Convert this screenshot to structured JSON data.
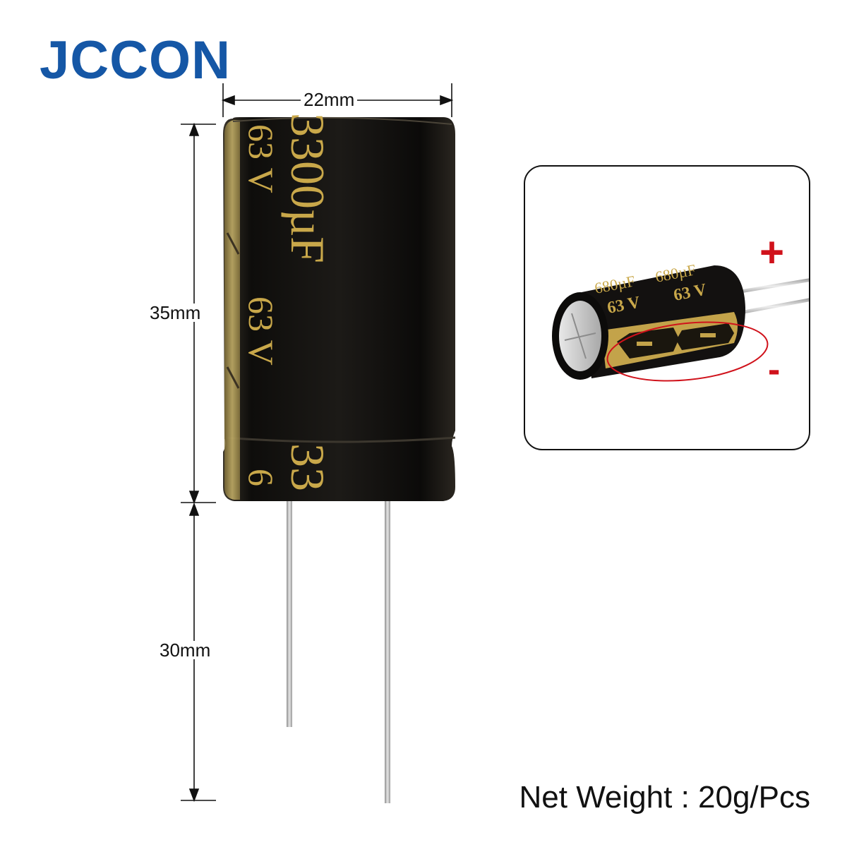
{
  "brand": {
    "name": "JCCON"
  },
  "dimensions": {
    "diameter": "22mm",
    "height": "35mm",
    "lead_length": "30mm"
  },
  "main_capacitor": {
    "capacitance": "3300µF",
    "voltage": "63 V",
    "capacitance_partial": "33",
    "voltage_partial": "6"
  },
  "inset": {
    "capacitance": "680µF",
    "voltage": "63 V",
    "positive": "+",
    "negative": "-"
  },
  "net_weight": "Net Weight : 20g/Pcs",
  "colors": {
    "brand": "#1557a6",
    "capacitor_body": "#141210",
    "capacitor_text": "#c9a84a",
    "polarity": "#d0121b",
    "lead": "#b9b9b9"
  }
}
